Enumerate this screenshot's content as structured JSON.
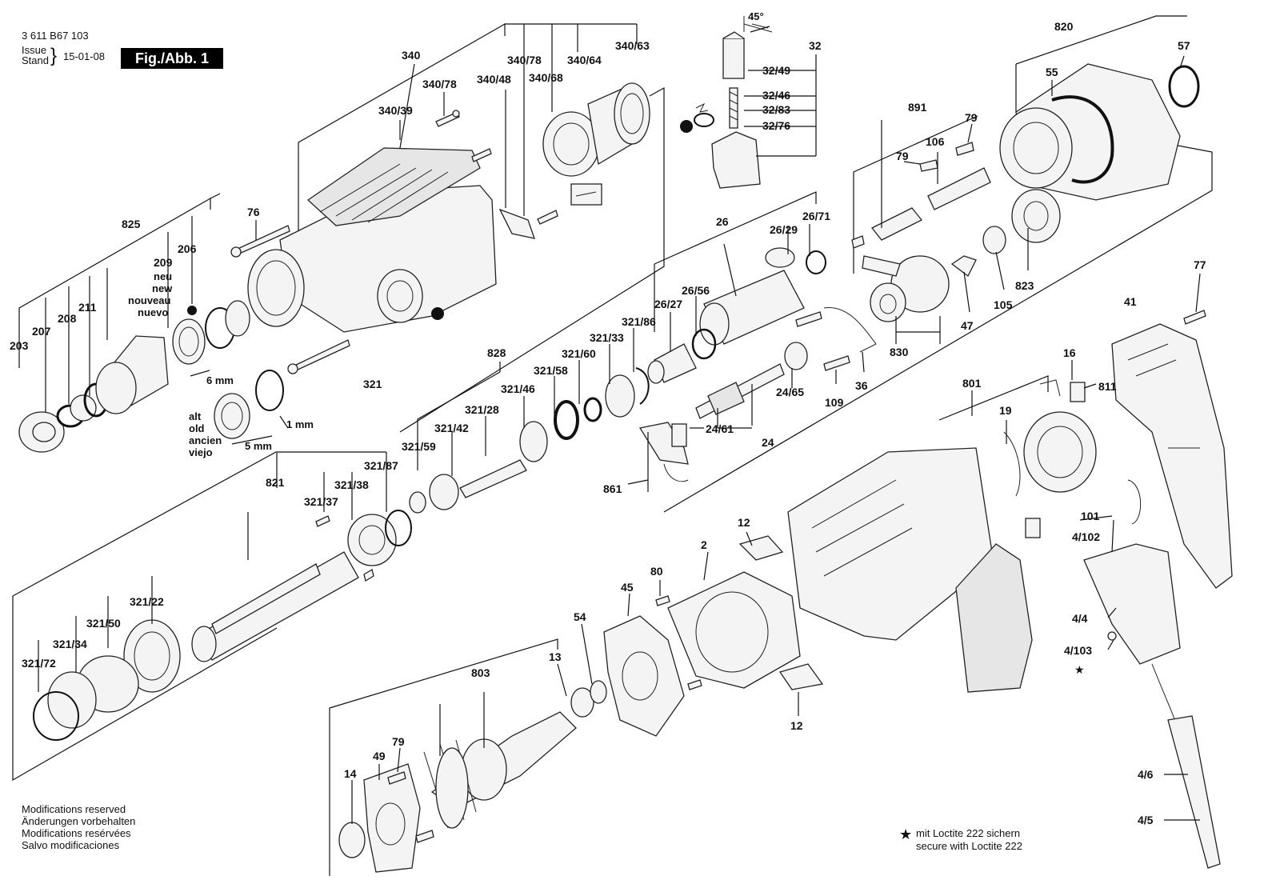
{
  "header": {
    "part_number": "3 611 B67 103",
    "issue_label": "Issue",
    "stand_label": "Stand",
    "date": "15-01-08",
    "figure_label": "Fig./Abb. 1"
  },
  "footer": {
    "modifications": [
      "Modifications reserved",
      "Änderungen vorbehalten",
      "Modifications resérvées",
      "Salvo modificaciones"
    ],
    "loctite_symbol": "★",
    "loctite": [
      "mit Loctite 222 sichern",
      "secure with Loctite 222"
    ]
  },
  "annotations": {
    "angle": "45°",
    "new_words": [
      "neu",
      "new",
      "nouveau",
      "nuevo"
    ],
    "old_words": [
      "alt",
      "old",
      "ancien",
      "viejo"
    ],
    "dim_6mm": "6 mm",
    "dim_5mm": "5 mm",
    "dim_1mm": "1 mm",
    "star": "★"
  },
  "labels": {
    "l340": "340",
    "l340_78a": "340/78",
    "l340_78b": "340/78",
    "l340_64": "340/64",
    "l340_63": "340/63",
    "l340_48": "340/48",
    "l340_68": "340/68",
    "l340_39": "340/39",
    "l32": "32",
    "l32_49": "32/49",
    "l32_46": "32/46",
    "l32_83": "32/83",
    "l32_76": "32/76",
    "l820": "820",
    "l57": "57",
    "l55": "55",
    "l891": "891",
    "l79a": "79",
    "l79b": "79",
    "l106": "106",
    "l76": "76",
    "l825": "825",
    "l209": "209",
    "l206": "206",
    "l211": "211",
    "l208": "208",
    "l207": "207",
    "l203": "203",
    "l26": "26",
    "l26_71": "26/71",
    "l26_29": "26/29",
    "l26_56": "26/56",
    "l26_27": "26/27",
    "l823": "823",
    "l47": "47",
    "l105": "105",
    "l830": "830",
    "l77": "77",
    "l41": "41",
    "l828": "828",
    "l321_86": "321/86",
    "l321_33": "321/33",
    "l321_60": "321/60",
    "l321_58": "321/58",
    "l321_46": "321/46",
    "l321_28": "321/28",
    "l321_42": "321/42",
    "l321_59": "321/59",
    "l321": "321",
    "l24_65": "24/65",
    "l109": "109",
    "l36": "36",
    "l24_61": "24/61",
    "l24": "24",
    "l861": "861",
    "l16": "16",
    "l811": "811",
    "l801": "801",
    "l19": "19",
    "l821": "821",
    "l321_87": "321/87",
    "l321_38": "321/38",
    "l321_37": "321/37",
    "l321_22": "321/22",
    "l321_50": "321/50",
    "l321_34": "321/34",
    "l321_72": "321/72",
    "l12a": "12",
    "l12b": "12",
    "l2": "2",
    "l80": "80",
    "l45": "45",
    "l54": "54",
    "l13": "13",
    "l803": "803",
    "l101": "101",
    "l4_102": "4/102",
    "l4_4": "4/4",
    "l4_103": "4/103",
    "l4_6": "4/6",
    "l4_5": "4/5",
    "l14": "14",
    "l49": "49",
    "l79c": "79"
  },
  "icons": {
    "x_marker": "x-circle-icon",
    "grease_marker": "grease-dot-icon",
    "loctite_star": "star-icon",
    "manual": "book-icon"
  }
}
